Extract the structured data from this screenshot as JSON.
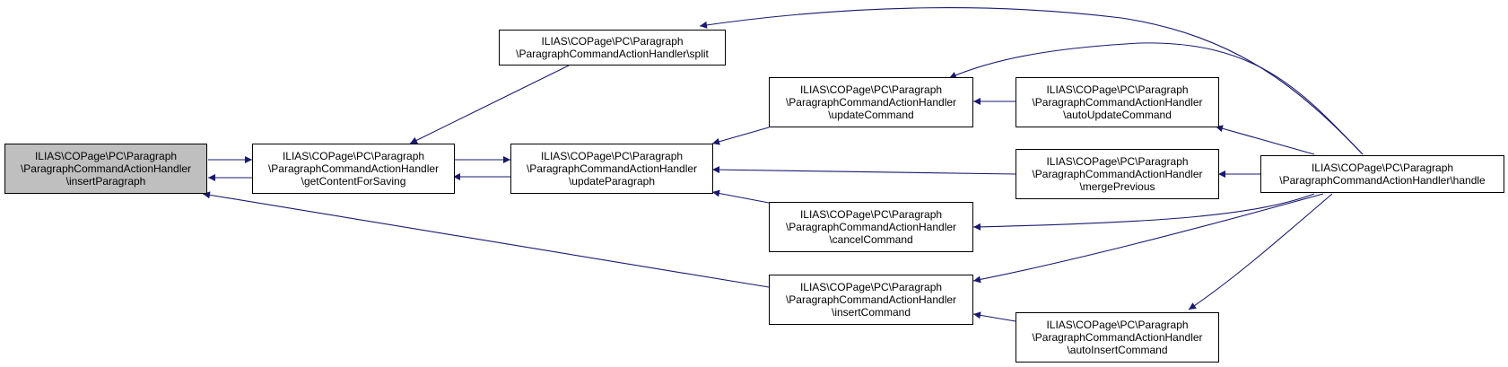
{
  "colors": {
    "edge": "#191970",
    "highlight_fill": "#bfbfbf",
    "node_fill": "#ffffff",
    "node_border": "#000000"
  },
  "nodes": {
    "insertParagraph": {
      "lines": [
        "ILIAS\\COPage\\PC\\Paragraph",
        "\\ParagraphCommandActionHandler",
        "\\insertParagraph"
      ],
      "highlighted": true
    },
    "getContentForSaving": {
      "lines": [
        "ILIAS\\COPage\\PC\\Paragraph",
        "\\ParagraphCommandActionHandler",
        "\\getContentForSaving"
      ]
    },
    "split": {
      "lines": [
        "ILIAS\\COPage\\PC\\Paragraph",
        "\\ParagraphCommandActionHandler\\split"
      ]
    },
    "updateParagraph": {
      "lines": [
        "ILIAS\\COPage\\PC\\Paragraph",
        "\\ParagraphCommandActionHandler",
        "\\updateParagraph"
      ]
    },
    "updateCommand": {
      "lines": [
        "ILIAS\\COPage\\PC\\Paragraph",
        "\\ParagraphCommandActionHandler",
        "\\updateCommand"
      ]
    },
    "autoUpdateCommand": {
      "lines": [
        "ILIAS\\COPage\\PC\\Paragraph",
        "\\ParagraphCommandActionHandler",
        "\\autoUpdateCommand"
      ]
    },
    "mergePrevious": {
      "lines": [
        "ILIAS\\COPage\\PC\\Paragraph",
        "\\ParagraphCommandActionHandler",
        "\\mergePrevious"
      ]
    },
    "cancelCommand": {
      "lines": [
        "ILIAS\\COPage\\PC\\Paragraph",
        "\\ParagraphCommandActionHandler",
        "\\cancelCommand"
      ]
    },
    "insertCommand": {
      "lines": [
        "ILIAS\\COPage\\PC\\Paragraph",
        "\\ParagraphCommandActionHandler",
        "\\insertCommand"
      ]
    },
    "autoInsertCommand": {
      "lines": [
        "ILIAS\\COPage\\PC\\Paragraph",
        "\\ParagraphCommandActionHandler",
        "\\autoInsertCommand"
      ]
    },
    "handle": {
      "lines": [
        "ILIAS\\COPage\\PC\\Paragraph",
        "\\ParagraphCommandActionHandler\\handle"
      ]
    }
  },
  "edges": [
    {
      "from": "getContentForSaving",
      "to": "insertParagraph"
    },
    {
      "from": "insertParagraph",
      "to": "getContentForSaving"
    },
    {
      "from": "insertCommand",
      "to": "insertParagraph"
    },
    {
      "from": "split",
      "to": "getContentForSaving"
    },
    {
      "from": "updateParagraph",
      "to": "getContentForSaving"
    },
    {
      "from": "getContentForSaving",
      "to": "updateParagraph"
    },
    {
      "from": "updateCommand",
      "to": "updateParagraph"
    },
    {
      "from": "mergePrevious",
      "to": "updateParagraph"
    },
    {
      "from": "cancelCommand",
      "to": "updateParagraph"
    },
    {
      "from": "autoUpdateCommand",
      "to": "updateCommand"
    },
    {
      "from": "handle",
      "to": "split"
    },
    {
      "from": "handle",
      "to": "updateCommand"
    },
    {
      "from": "handle",
      "to": "autoUpdateCommand"
    },
    {
      "from": "handle",
      "to": "mergePrevious"
    },
    {
      "from": "handle",
      "to": "cancelCommand"
    },
    {
      "from": "handle",
      "to": "insertCommand"
    },
    {
      "from": "handle",
      "to": "autoInsertCommand"
    },
    {
      "from": "autoInsertCommand",
      "to": "insertCommand"
    }
  ]
}
